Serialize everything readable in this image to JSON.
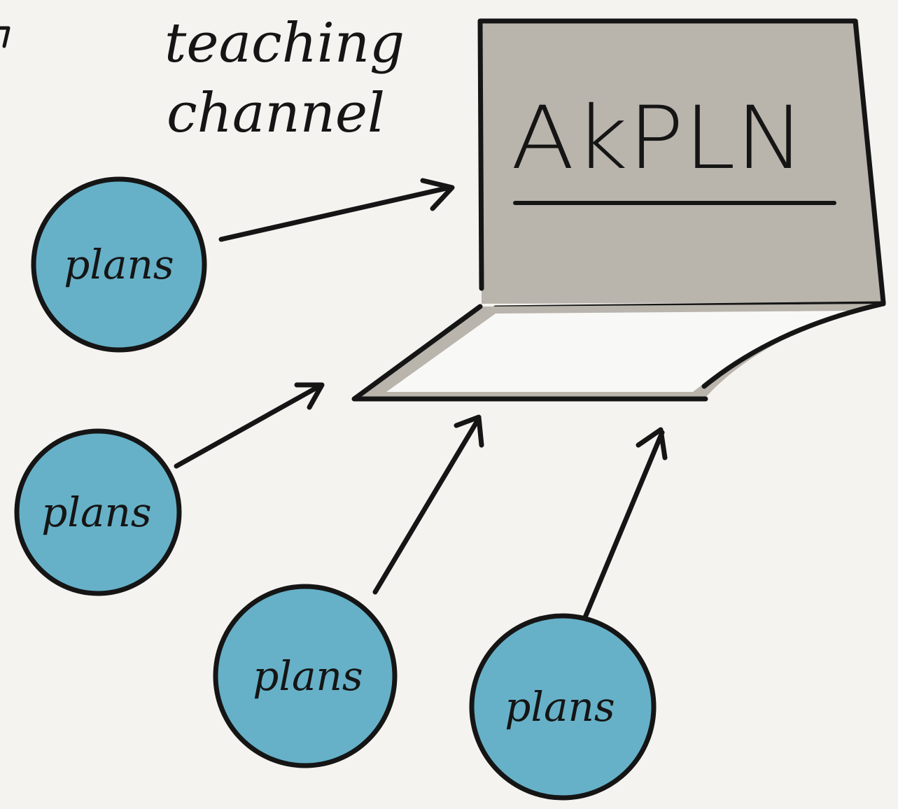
{
  "title": {
    "line1": "teaching",
    "line2": "channel"
  },
  "laptop": {
    "screen_label": "AkPLN"
  },
  "nodes": [
    {
      "label": "plans"
    },
    {
      "label": "plans"
    },
    {
      "label": "plans"
    },
    {
      "label": "plans"
    }
  ],
  "colors": {
    "background": "#f4f3ef",
    "node_fill": "#66b1c8",
    "laptop_screen": "#b9b4ac",
    "laptop_keyboard": "#f8f8f7",
    "ink": "#151515"
  }
}
